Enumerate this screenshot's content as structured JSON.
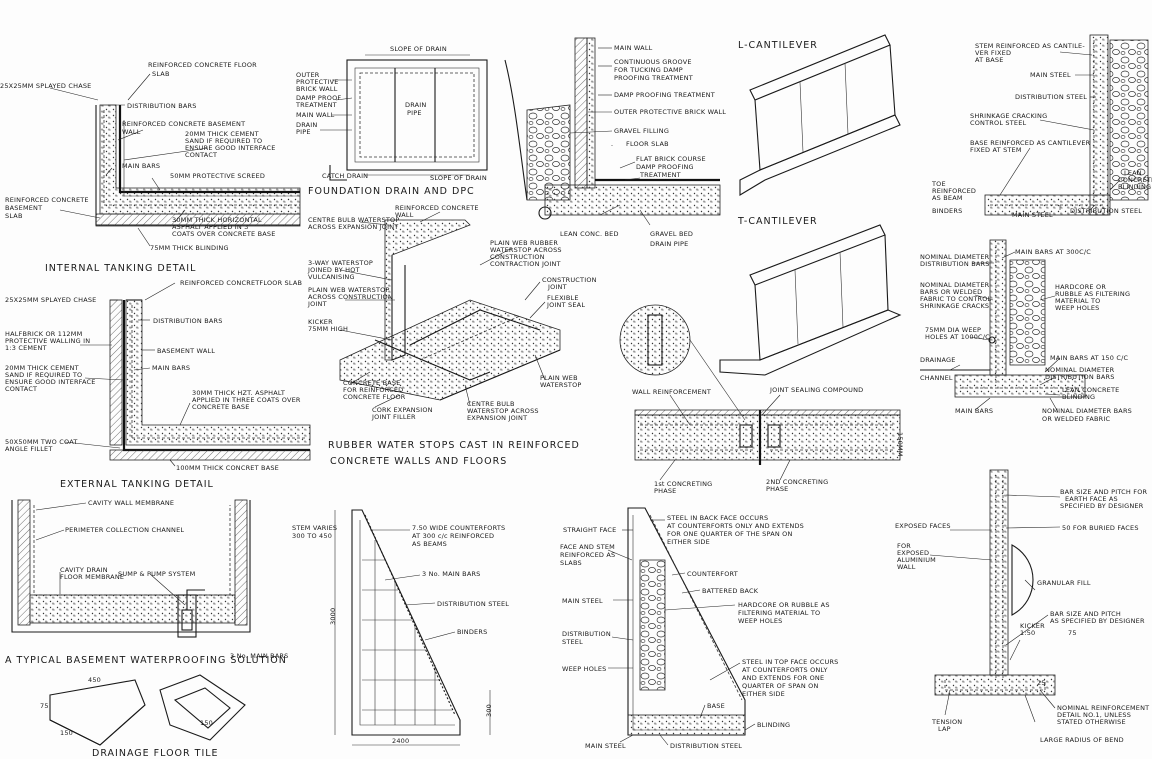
{
  "colors": {
    "ink": "#1a1a1a",
    "paper": "#fdfdfd"
  },
  "internal_tanking": {
    "title": "INTERNAL  TANKING  DETAIL",
    "labels": {
      "splayed_chase": "25X25MM  SPLAYED CHASE",
      "rc_floor_slab_1": "REINFORCED CONCRETE  FLOOR",
      "rc_floor_slab_2": "SLAB",
      "distribution_bars": "DISTRIBUTION BARS",
      "rc_basement_wall_1": "REINFORCED  CONCRETE  BASEMENT",
      "rc_basement_wall_2": "WALL",
      "cement_sand_1": "20MM THICK CEMENT",
      "cement_sand_2": "SAND IF REQUIRED TO",
      "cement_sand_3": "ENSURE GOOD INTERFACE",
      "cement_sand_4": "CONTACT",
      "main_bars": "MAIN BARS",
      "protective_screed": "50MM PROTECTIVE  SCREED",
      "rc_basement_slab_1": "REINFORCED CONCRETE",
      "rc_basement_slab_2": "BASEMENT",
      "rc_basement_slab_3": "SLAB",
      "asphalt_1": "30MM THICK HORIZONTAL",
      "asphalt_2": "ASPHALT APPLIED IN 3",
      "asphalt_3": "COATS  OVER CONCRETE BASE",
      "blinding": "75MM THICK BLINDING"
    }
  },
  "foundation_drain": {
    "title": "FOUNDATION  DRAIN  AND  DPC",
    "labels": {
      "slope_top": "SLOPE OF DRAIN",
      "slope_bottom": "SLOPE OF DRAIN",
      "outer_wall_1": "OUTER",
      "outer_wall_2": "PROTECTIVE",
      "outer_wall_3": "BRICK WALL",
      "damp_proof_1": "DAMP PROOF",
      "damp_proof_2": "TREATMENT",
      "main_wall": "MAIN WALL",
      "drain_pipe_1": "DRAIN",
      "drain_pipe_2": "PIPE",
      "drain_pipe_center_1": "DRAIN",
      "drain_pipe_center_2": "PIPE",
      "catch_drain": "CATCH DRAIN"
    }
  },
  "wall_section": {
    "labels": {
      "main_wall": "MAIN WALL",
      "groove_1": "CONTINUOUS GROOVE",
      "groove_2": "FOR TUCKING DAMP",
      "groove_3": "PROOFING TREATMENT",
      "dpt": "DAMP PROOFING TREATMENT",
      "outer_brick": "OUTER PROTECTIVE BRICK WALL",
      "gravel": "GRAVEL FILLING",
      "floor_slab": "FLOOR SLAB",
      "flat_brick": "FLAT BRICK COURSE",
      "damp_proofing_1": "DAMP PROOFING",
      "damp_proofing_2": "TREATMENT",
      "lean_conc": "LEAN CONC. BED",
      "gravel_bed_1": "GRAVEL BED",
      "gravel_bed_2": "DRAIN PIPE"
    }
  },
  "l_cantilever": {
    "title": "L-CANTILEVER"
  },
  "t_cantilever": {
    "title": "T-CANTILEVER"
  },
  "stem_detail": {
    "labels": {
      "stem_1": "STEM REINFORCED AS CANTILE-",
      "stem_2": "VER FIXED",
      "stem_3": "AT BASE",
      "main_steel": "MAIN STEEL",
      "distribution_steel": "DISTRIBUTION STEEL",
      "shrinkage_1": "SHRINKAGE CRACKING",
      "shrinkage_2": "CONTROL STEEL",
      "base_1": "BASE REINFORCED AS CANTILEVER",
      "base_2": "FIXED AT STEM",
      "lean_1": "LEAN",
      "lean_2": "CONCRETE",
      "lean_3": "BLINDING",
      "toe_1": "TOE",
      "toe_2": "REINFORCED",
      "toe_3": "AS BEAM",
      "binders": "BINDERS",
      "main_steel_2": "MAIN STEEL",
      "distribution_steel_2": "DISTRIBUTION STEEL"
    }
  },
  "external_tanking": {
    "title": "EXTERNAL  TANKING  DETAIL",
    "labels": {
      "splayed_chase": "25X25MM SPLAYED CHASE",
      "rc_floor_slab": "REINFORCED CONCRETFLOOR SLAB",
      "distribution_bars": "DISTRIBUTION BARS",
      "half_brick_1": "HALFBRICK OR 112MM",
      "half_brick_2": "PROTECTIVE WALLING IN",
      "half_brick_3": "1:3 CEMENT",
      "basement_wall": "BASEMENT  WALL",
      "main_bars": "MAIN BARS",
      "cement_sand_1": "20MM THICK CEMENT",
      "cement_sand_2": "SAND IF REQUIRED TO",
      "cement_sand_3": "ENSURE GOOD INTERFACE",
      "cement_sand_4": "CONTACT",
      "asphalt_1": "30MM THICK HZT. ASPHALT",
      "asphalt_2": "APPLIED IN THREE COATS OVER",
      "asphalt_3": "CONCRETE BASE",
      "fillet_1": "50X50MM TWO COAT",
      "fillet_2": "ANGLE FILLET",
      "concrete_base": "100MM THICK CONCRET BASE"
    }
  },
  "waterstops": {
    "title_1": "RUBBER  WATER STOPS  CAST  IN  REINFORCED",
    "title_2": "CONCRETE  WALLS  AND  FLOORS",
    "labels": {
      "rc_wall_1": "REINFORCED CONCRETE",
      "rc_wall_2": "WALL",
      "centre_bulb_1": "CENTRE BULB WATERSTOP",
      "centre_bulb_2": "ACROSS EXPANSION JOINT",
      "ws_1": "3-WAY WATERSTOP",
      "ws_2": "JOINED BY HOT",
      "ws_3": "VULCANISING",
      "plain_ws_1": "PLAIN WEB WATERSTOP",
      "plain_ws_2": "ACROSS CONSTRUCTION",
      "plain_ws_3": "JOINT",
      "kicker_1": "KICKER",
      "kicker_2": "75MM HIGH",
      "plain_web_1": "PLAIN WEB RUBBER",
      "plain_web_2": "WATERSTOP ACROSS",
      "plain_web_3": "CONSTRUCTION",
      "plain_web_4": "CONTRACTION JOINT",
      "construction_1": "CONSTRUCTION",
      "construction_2": "JOINT",
      "flexible_1": "FLEXIBLE",
      "flexible_2": "JOINT SEAL",
      "concrete_base_1": "CONCRETE BASE",
      "concrete_base_2": "FOR REINFORCED",
      "concrete_base_3": "CONCRETE FLOOR",
      "cork_1": "CORK EXPANSION",
      "cork_2": "JOINT FILLER",
      "plain_web_ws_1": "PLAIN WEB",
      "plain_web_ws_2": "WATERSTOP",
      "centre_bulb_b_1": "CENTRE BULB",
      "centre_bulb_b_2": "WATERSTOP ACROSS",
      "centre_bulb_b_3": "EXPANSION JOINT"
    }
  },
  "joint_detail": {
    "labels": {
      "wall_reinforcement": "WALL REINFORCEMENT",
      "joint_sealing": "JOINT SEALING  COMPOUND",
      "first_phase_1": "1st CONCRETING",
      "first_phase_2": "PHASE",
      "second_phase_1": "2ND CONCRETING",
      "second_phase_2": "PHASE",
      "dimension": "150MM"
    }
  },
  "counterfort_wall": {
    "labels": {
      "nominal_distribution_1": "NOMINAL DIAMETER",
      "nominal_distribution_2": "DISTRIBUTION BARS",
      "main_bars_at": "MAIN BARS AT 300C/C",
      "fabric_1": "NOMINAL DIAMETER",
      "fabric_2": "BARS OR WELDED",
      "fabric_3": "FABRIC TO CONTROL",
      "fabric_4": "SHRINKAGE CRACKS",
      "hardcore_1": "HARDCORE OR",
      "hardcore_2": "RUBBLE AS FILTERING",
      "hardcore_3": "MATERIAL TO",
      "hardcore_4": "WEEP HOLES",
      "weep_1": "75MM DIA WEEP",
      "weep_2": "HOLES AT 1000C/C",
      "drainage_1": "DRAINAGE",
      "drainage_2": "CHANNEL",
      "main_bars_150": "MAIN BARS AT 150 C/C",
      "nominal_dist_b_1": "NOMINAL DIAMETER",
      "nominal_dist_b_2": "DISTRIBUTION BARS",
      "lean_concrete_1": "LEAN CONCRETE",
      "lean_concrete_2": "BLINDING",
      "main_bars": "MAIN BARS",
      "nominal_fabric_1": "NOMINAL DIAMETER BARS",
      "nominal_fabric_2": "OR WELDED FABRIC"
    }
  },
  "basement_solution": {
    "title": "A  TYPICAL  BASEMENT  WATERPROOFING  SOLUTION",
    "labels": {
      "cavity_membrane": "CAVITY WALL MEMBRANE",
      "perimeter_channel": "PERIMETER COLLECTION CHANNEL",
      "cavity_floor_1": "CAVITY DRAIN",
      "cavity_floor_2": "FLOOR MEMBRANE",
      "sump": "SUMP & PUMP SYSTEM"
    }
  },
  "floor_tile": {
    "title": "DRAINAGE  FLOOR  TILE",
    "labels": {
      "dim_a": "450",
      "dim_b": "75",
      "dim_c": "150",
      "dim_d": "150"
    }
  },
  "counterfort_elevation": {
    "labels": {
      "main_bars_left": "3 No. MAIN BARS",
      "counterforts_1": "7.50  WIDE  COUNTERFORTS",
      "counterforts_2": "AT  300  c/c  REINFORCED",
      "counterforts_3": "AS  BEAMS",
      "main_bars": "3 No.  MAIN BARS",
      "stem_1": "STEM VARIES",
      "stem_2": "300 TO 450",
      "distribution_steel": "DISTRIBUTION STEEL",
      "binders": "BINDERS",
      "dim_height": "3000",
      "dim_base": "2400",
      "dim_base_h": "300"
    }
  },
  "counterfort_section": {
    "labels": {
      "straight_face": "STRAIGHT FACE",
      "face_stem_1": "FACE AND STEM",
      "face_stem_2": "REINFORCED  AS",
      "face_stem_3": "SLABS",
      "main_steel": "MAIN STEEL",
      "distribution_1": "DISTRIBUTION",
      "distribution_2": "STEEL",
      "weep_holes": "WEEP HOLES",
      "steel_back_1": "STEEL IN BACK FACE OCCURS",
      "steel_back_2": "AT COUNTERFORTS ONLY  AND EXTENDS",
      "steel_back_3": "FOR ONE QUARTER OF THE SPAN ON",
      "steel_back_4": "EITHER SIDE",
      "counterfort": "COUNTERFORT",
      "battered_back": "BATTERED  BACK",
      "hardcore_1": "HARDCORE  OR  RUBBLE AS",
      "hardcore_2": "FILTERING  MATERIAL TO",
      "hardcore_3": "WEEP  HOLES",
      "steel_top_1": "STEEL IN TOP FACE OCCURS",
      "steel_top_2": "AT COUNTERFORTS ONLY",
      "steel_top_3": "AND EXTENDS FOR ONE",
      "steel_top_4": "QUARTER OF SPAN ON",
      "steel_top_5": "EITHER  SIDE",
      "base": "BASE",
      "blinding": "BLINDING",
      "main_steel_2": "MAIN STEEL",
      "distribution_steel": "DISTRIBUTION STEEL"
    }
  },
  "gravity_wall": {
    "labels": {
      "bar_size_1": "BAR SIZE AND PITCH FOR",
      "bar_size_2": "EARTH FACE AS",
      "bar_size_3": "SPECIFIED BY DESIGNER",
      "exposed_faces": "EXPOSED FACES",
      "buried_faces": "50 FOR BURIED FACES",
      "aluminium_1": "FOR",
      "aluminium_2": "EXPOSED",
      "aluminium_3": "ALUMINIUM",
      "aluminium_4": "WALL",
      "granular_fill": "GRANULAR FILL",
      "bar_size_b_1": "BAR SIZE AND PITCH",
      "bar_size_b_2": "AS SPECIFIED BY DESIGNER",
      "kicker_1": "KICKER",
      "kicker_2": "1:50",
      "dim_75": "75",
      "dim_25": "25",
      "tension_lap_1": "TENSION",
      "tension_lap_2": "LAP",
      "nominal_1": "NOMINAL REINFORCEMENT",
      "nominal_2": "DETAIL NO.1, UNLESS",
      "nominal_3": "STATED    OTHERWISE",
      "large_radius": "LARGE RADIUS OF BEND"
    }
  }
}
